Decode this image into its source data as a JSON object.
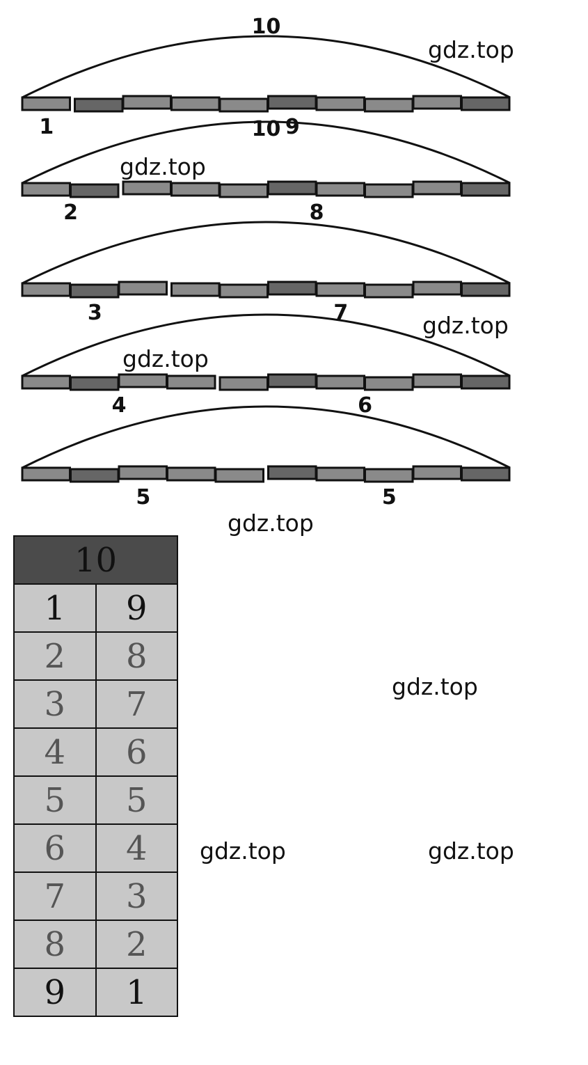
{
  "diagram": {
    "whole": "10",
    "rows": [
      {
        "left": "1",
        "right": "9"
      },
      {
        "left": "2",
        "right": "8"
      },
      {
        "left": "3",
        "right": "7"
      },
      {
        "left": "4",
        "right": "6"
      },
      {
        "left": "5",
        "right": "5"
      }
    ],
    "colors": {
      "segment": "#8a8a8a",
      "segment_dark": "#666666",
      "outline": "#111111"
    }
  },
  "table": {
    "header": "10",
    "rows": [
      [
        "1",
        "9"
      ],
      [
        "2",
        "8"
      ],
      [
        "3",
        "7"
      ],
      [
        "4",
        "6"
      ],
      [
        "5",
        "5"
      ],
      [
        "6",
        "4"
      ],
      [
        "7",
        "3"
      ],
      [
        "8",
        "2"
      ],
      [
        "9",
        "1"
      ]
    ],
    "colors": {
      "header_bg": "#4b4b4b",
      "cell_bg": "#c8c8c8"
    }
  },
  "watermarks": [
    "gdz.top",
    "gdz.top",
    "gdz.top",
    "gdz.top",
    "gdz.top",
    "gdz.top",
    "gdz.top",
    "gdz.top"
  ]
}
